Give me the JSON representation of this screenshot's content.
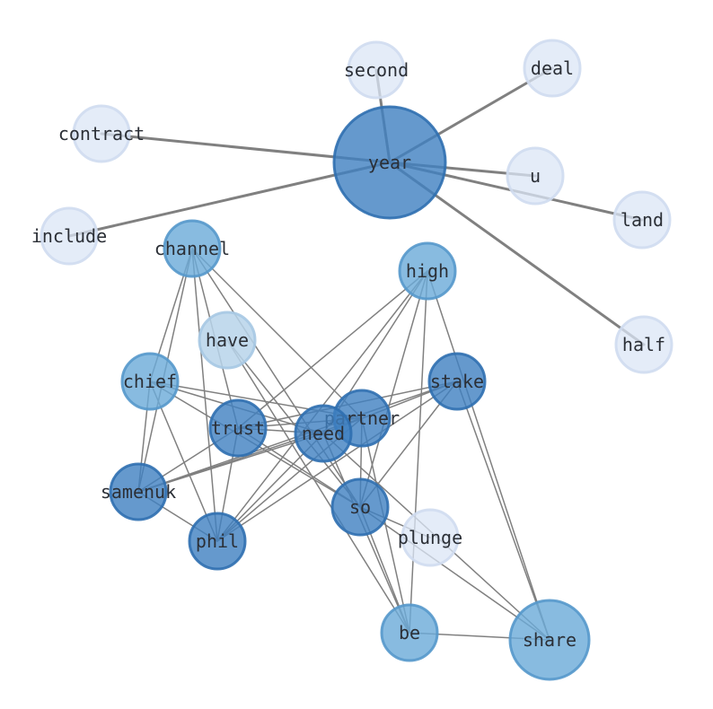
{
  "graph": {
    "palette": {
      "pale": "#dbe6f5",
      "light": "#b7d4ea",
      "mid": "#6aaad8",
      "dark": "#3f80c0",
      "edge": "#808080"
    },
    "nodes": [
      {
        "id": "second",
        "label": "second",
        "tone": "pale"
      },
      {
        "id": "deal",
        "label": "deal",
        "tone": "pale"
      },
      {
        "id": "contract",
        "label": "contract",
        "tone": "pale"
      },
      {
        "id": "year",
        "label": "year",
        "tone": "dark"
      },
      {
        "id": "u",
        "label": "u",
        "tone": "pale"
      },
      {
        "id": "land",
        "label": "land",
        "tone": "pale"
      },
      {
        "id": "include",
        "label": "include",
        "tone": "pale"
      },
      {
        "id": "channel",
        "label": "channel",
        "tone": "mid"
      },
      {
        "id": "high",
        "label": "high",
        "tone": "mid"
      },
      {
        "id": "have",
        "label": "have",
        "tone": "light"
      },
      {
        "id": "half",
        "label": "half",
        "tone": "pale"
      },
      {
        "id": "chief",
        "label": "chief",
        "tone": "mid"
      },
      {
        "id": "stake",
        "label": "stake",
        "tone": "dark"
      },
      {
        "id": "partner",
        "label": "partner",
        "tone": "dark"
      },
      {
        "id": "trust",
        "label": "trust",
        "tone": "dark"
      },
      {
        "id": "need",
        "label": "need",
        "tone": "dark"
      },
      {
        "id": "samenuk",
        "label": "samenuk",
        "tone": "dark"
      },
      {
        "id": "so",
        "label": "so",
        "tone": "dark"
      },
      {
        "id": "plunge",
        "label": "plunge",
        "tone": "pale"
      },
      {
        "id": "phil",
        "label": "phil",
        "tone": "dark"
      },
      {
        "id": "be",
        "label": "be",
        "tone": "mid"
      },
      {
        "id": "share",
        "label": "share",
        "tone": "mid"
      }
    ],
    "edges": [
      {
        "source": "year",
        "target": "second",
        "weight": 3
      },
      {
        "source": "year",
        "target": "deal",
        "weight": 3
      },
      {
        "source": "year",
        "target": "contract",
        "weight": 3
      },
      {
        "source": "year",
        "target": "u",
        "weight": 3
      },
      {
        "source": "year",
        "target": "land",
        "weight": 3
      },
      {
        "source": "year",
        "target": "include",
        "weight": 3
      },
      {
        "source": "year",
        "target": "half",
        "weight": 3
      },
      {
        "source": "channel",
        "target": "chief",
        "weight": 1.5
      },
      {
        "source": "channel",
        "target": "samenuk",
        "weight": 1.5
      },
      {
        "source": "channel",
        "target": "phil",
        "weight": 1.5
      },
      {
        "source": "channel",
        "target": "trust",
        "weight": 1.5
      },
      {
        "source": "channel",
        "target": "partner",
        "weight": 1.5
      },
      {
        "source": "channel",
        "target": "so",
        "weight": 1.5
      },
      {
        "source": "high",
        "target": "trust",
        "weight": 1.5
      },
      {
        "source": "high",
        "target": "need",
        "weight": 1.5
      },
      {
        "source": "high",
        "target": "phil",
        "weight": 1.5
      },
      {
        "source": "high",
        "target": "so",
        "weight": 1.5
      },
      {
        "source": "high",
        "target": "be",
        "weight": 1.5
      },
      {
        "source": "high",
        "target": "share",
        "weight": 1.5
      },
      {
        "source": "have",
        "target": "so",
        "weight": 1.5
      },
      {
        "source": "have",
        "target": "be",
        "weight": 1.5
      },
      {
        "source": "chief",
        "target": "samenuk",
        "weight": 1.5
      },
      {
        "source": "chief",
        "target": "phil",
        "weight": 1.5
      },
      {
        "source": "chief",
        "target": "need",
        "weight": 1.5
      },
      {
        "source": "chief",
        "target": "partner",
        "weight": 1.5
      },
      {
        "source": "chief",
        "target": "so",
        "weight": 1.5
      },
      {
        "source": "stake",
        "target": "samenuk",
        "weight": 1.5
      },
      {
        "source": "stake",
        "target": "trust",
        "weight": 1.5
      },
      {
        "source": "stake",
        "target": "need",
        "weight": 1.5
      },
      {
        "source": "stake",
        "target": "phil",
        "weight": 1.5
      },
      {
        "source": "stake",
        "target": "so",
        "weight": 1.5
      },
      {
        "source": "stake",
        "target": "share",
        "weight": 1.5
      },
      {
        "source": "partner",
        "target": "samenuk",
        "weight": 1.5
      },
      {
        "source": "partner",
        "target": "trust",
        "weight": 1.5
      },
      {
        "source": "partner",
        "target": "phil",
        "weight": 1.5
      },
      {
        "source": "partner",
        "target": "so",
        "weight": 1.5
      },
      {
        "source": "partner",
        "target": "be",
        "weight": 1.5
      },
      {
        "source": "trust",
        "target": "samenuk",
        "weight": 1.5
      },
      {
        "source": "trust",
        "target": "phil",
        "weight": 1.5
      },
      {
        "source": "trust",
        "target": "so",
        "weight": 1.5
      },
      {
        "source": "trust",
        "target": "need",
        "weight": 1.5
      },
      {
        "source": "need",
        "target": "samenuk",
        "weight": 1.5
      },
      {
        "source": "need",
        "target": "phil",
        "weight": 1.5
      },
      {
        "source": "need",
        "target": "share",
        "weight": 1.5
      },
      {
        "source": "need",
        "target": "be",
        "weight": 1.5
      },
      {
        "source": "samenuk",
        "target": "phil",
        "weight": 1.5
      },
      {
        "source": "so",
        "target": "be",
        "weight": 1.5
      },
      {
        "source": "so",
        "target": "share",
        "weight": 1.5
      },
      {
        "source": "so",
        "target": "plunge",
        "weight": 1.5
      },
      {
        "source": "be",
        "target": "share",
        "weight": 1.5
      }
    ]
  }
}
